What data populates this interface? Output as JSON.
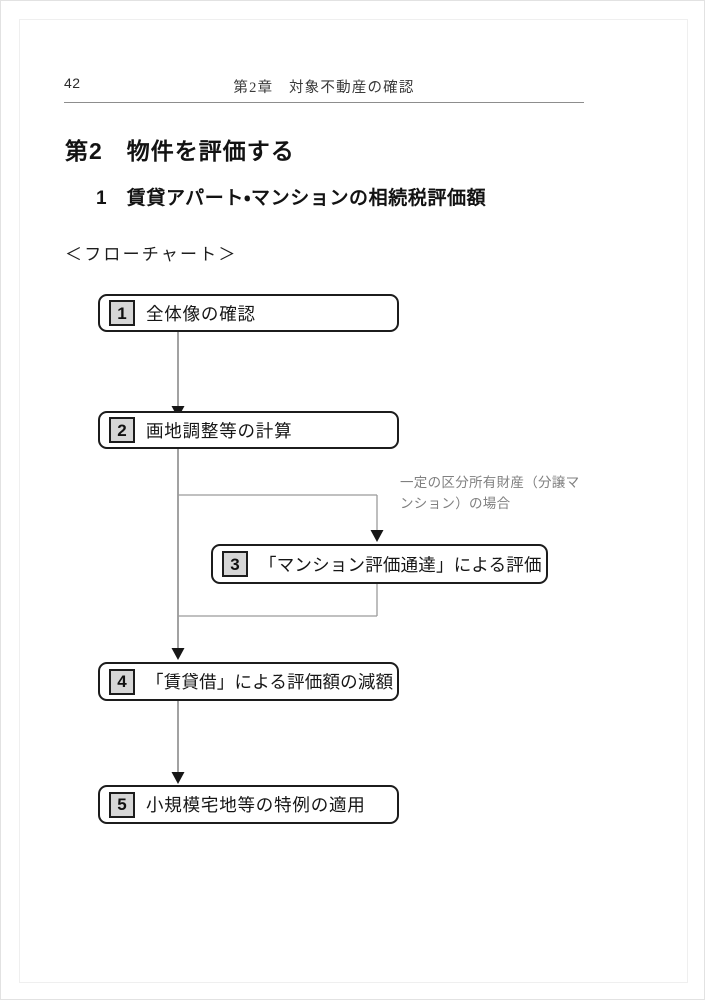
{
  "page": {
    "folio": "42",
    "chapter_title": "第2章　対象不動産の確認"
  },
  "headings": {
    "section": "第2　物件を評価する",
    "subsection": "1　賃貸アパート・マンションの相続税評価額",
    "flowchart_caption": "＜フローチャート＞"
  },
  "flowchart": {
    "nodes": [
      {
        "num": "1",
        "label": "全体像の確認"
      },
      {
        "num": "2",
        "label": "画地調整等の計算"
      },
      {
        "num": "3",
        "label": "「マンション評価通達」による評価"
      },
      {
        "num": "4",
        "label": "「賃貸借」による評価額の減額"
      },
      {
        "num": "5",
        "label": "小規模宅地等の特例の適用"
      }
    ],
    "branch_annotation": "一定の区分所有財産（分譲マンション）の場合"
  },
  "colors": {
    "ink": "#1c1c1c",
    "badge_fill": "#d6d6d6",
    "connector": "#8a8a8a",
    "annotation": "#808080",
    "rule": "#8d8d8d"
  }
}
